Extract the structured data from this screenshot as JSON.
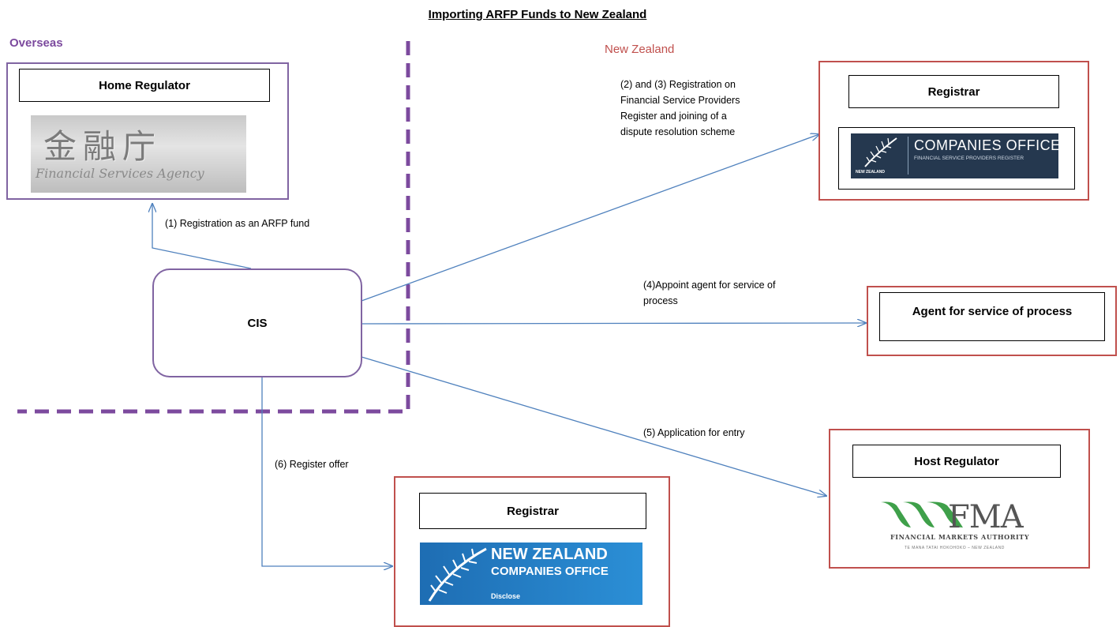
{
  "title": "Importing ARFP Funds to New Zealand",
  "regions": {
    "overseas": "Overseas",
    "new_zealand": "New Zealand"
  },
  "nodes": {
    "home_regulator": {
      "label": "Home Regulator",
      "logo_kanji": "金融庁",
      "logo_text": "Financial Services Agency"
    },
    "cis": {
      "label": "CIS"
    },
    "registrar_fsp": {
      "label": "Registrar",
      "logo_title": "COMPANIES OFFICE",
      "logo_subtitle": "FINANCIAL SERVICE PROVIDERS REGISTER",
      "logo_country": "NEW ZEALAND"
    },
    "agent": {
      "label": "Agent for service of process"
    },
    "host_regulator": {
      "label": "Host Regulator",
      "logo_name": "FMA",
      "logo_subtitle": "FINANCIAL MARKETS AUTHORITY",
      "logo_tagline": "TE MANA TATAI HOKOHOKO – NEW ZEALAND"
    },
    "registrar_disclose": {
      "label": "Registrar",
      "logo_line1": "NEW ZEALAND",
      "logo_line2": "COMPANIES OFFICE",
      "logo_line3": "Disclose"
    }
  },
  "edges": {
    "e1": "(1) Registration as an ARFP fund",
    "e23": [
      "(2) and (3) Registration on",
      "Financial Service Providers",
      "Register and joining of a",
      "dispute resolution scheme"
    ],
    "e4": [
      "(4)Appoint agent for service of",
      "process"
    ],
    "e5": "(5) Application for entry",
    "e6": "(6) Register offer"
  },
  "colors": {
    "overseas": "#8064a2",
    "new_zealand": "#c0504d",
    "arrow": "#4f81bd",
    "divider": "#7c4a9e"
  }
}
